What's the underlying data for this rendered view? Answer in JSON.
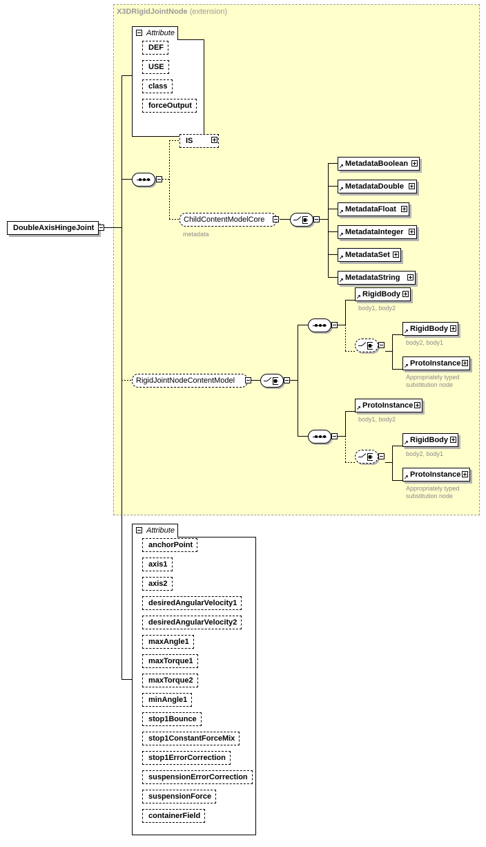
{
  "extension": {
    "name": "X3DRigidJointNode",
    "suffix": "(extension)"
  },
  "root": {
    "name": "DoubleAxisHingeJoint"
  },
  "attribute_label": "Attribute",
  "base_attributes": [
    "DEF",
    "USE",
    "class",
    "forceOutput"
  ],
  "is_element": "IS",
  "child_content_model": {
    "name": "ChildContentModelCore",
    "note": "metadata"
  },
  "metadata_elements": [
    "MetadataBoolean",
    "MetadataDouble",
    "MetadataFloat",
    "MetadataInteger",
    "MetadataSet",
    "MetadataString"
  ],
  "rigid_joint_model": {
    "name": "RigidJointNodeContentModel"
  },
  "branch1": {
    "first": {
      "name": "RigidBody",
      "note": "body1, body2"
    },
    "choice": [
      {
        "name": "RigidBody",
        "note": "body2, body1"
      },
      {
        "name": "ProtoInstance",
        "note": "Appropriately typed substitution node"
      }
    ]
  },
  "branch2": {
    "first": {
      "name": "ProtoInstance",
      "note": "body1, body2"
    },
    "choice": [
      {
        "name": "RigidBody",
        "note": "body2, body1"
      },
      {
        "name": "ProtoInstance",
        "note": "Appropriately typed substitution node"
      }
    ]
  },
  "own_attributes": [
    "anchorPoint",
    "axis1",
    "axis2",
    "desiredAngularVelocity1",
    "desiredAngularVelocity2",
    "maxAngle1",
    "maxTorque1",
    "maxTorque2",
    "minAngle1",
    "stop1Bounce",
    "stop1ConstantForceMix",
    "stop1ErrorCorrection",
    "suspensionErrorCorrection",
    "suspensionForce",
    "containerField"
  ]
}
